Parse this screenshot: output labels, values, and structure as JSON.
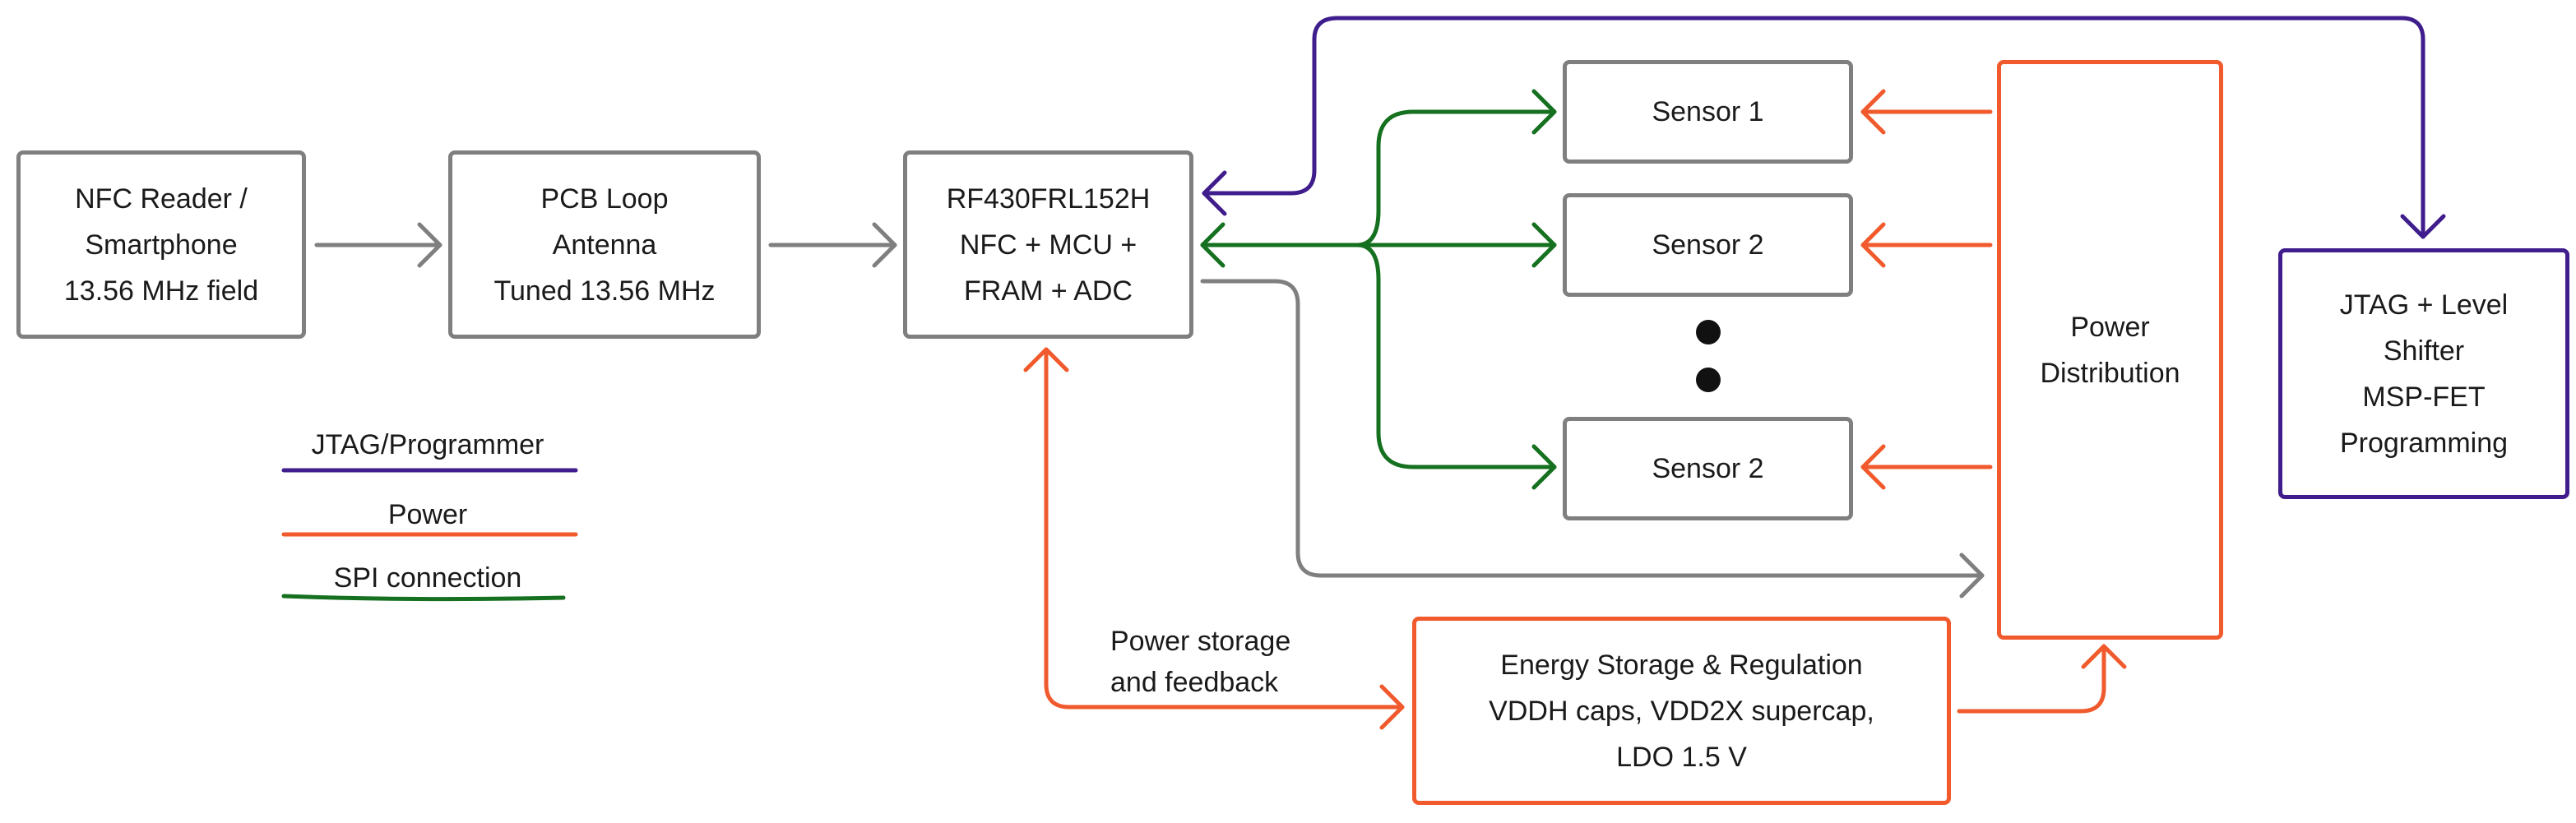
{
  "colors": {
    "signal": "#7f7f7f",
    "jtag": "#3f1d8c",
    "power": "#f05a2c",
    "spi": "#15701f"
  },
  "blocks": {
    "nfc_reader": [
      "NFC Reader /",
      "Smartphone",
      "13.56 MHz field"
    ],
    "pcb_antenna": [
      "PCB Loop",
      "Antenna",
      "Tuned 13.56 MHz"
    ],
    "mcu": [
      "RF430FRL152H",
      "NFC + MCU +",
      "FRAM + ADC"
    ],
    "sensor_a": "Sensor 1",
    "sensor_b": "Sensor 2",
    "sensor_c": "Sensor 2",
    "power_distribution": [
      "Power",
      "Distribution"
    ],
    "jtag": [
      "JTAG + Level",
      "Shifter",
      "MSP-FET",
      "Programming"
    ],
    "energy": [
      "Energy Storage & Regulation",
      "VDDH caps, VDD2X supercap,",
      "LDO 1.5 V"
    ]
  },
  "labels": {
    "power_storage": [
      "Power storage",
      "and feedback"
    ]
  },
  "legend": {
    "jtag": "JTAG/Programmer",
    "power": "Power",
    "spi": "SPI connection"
  }
}
